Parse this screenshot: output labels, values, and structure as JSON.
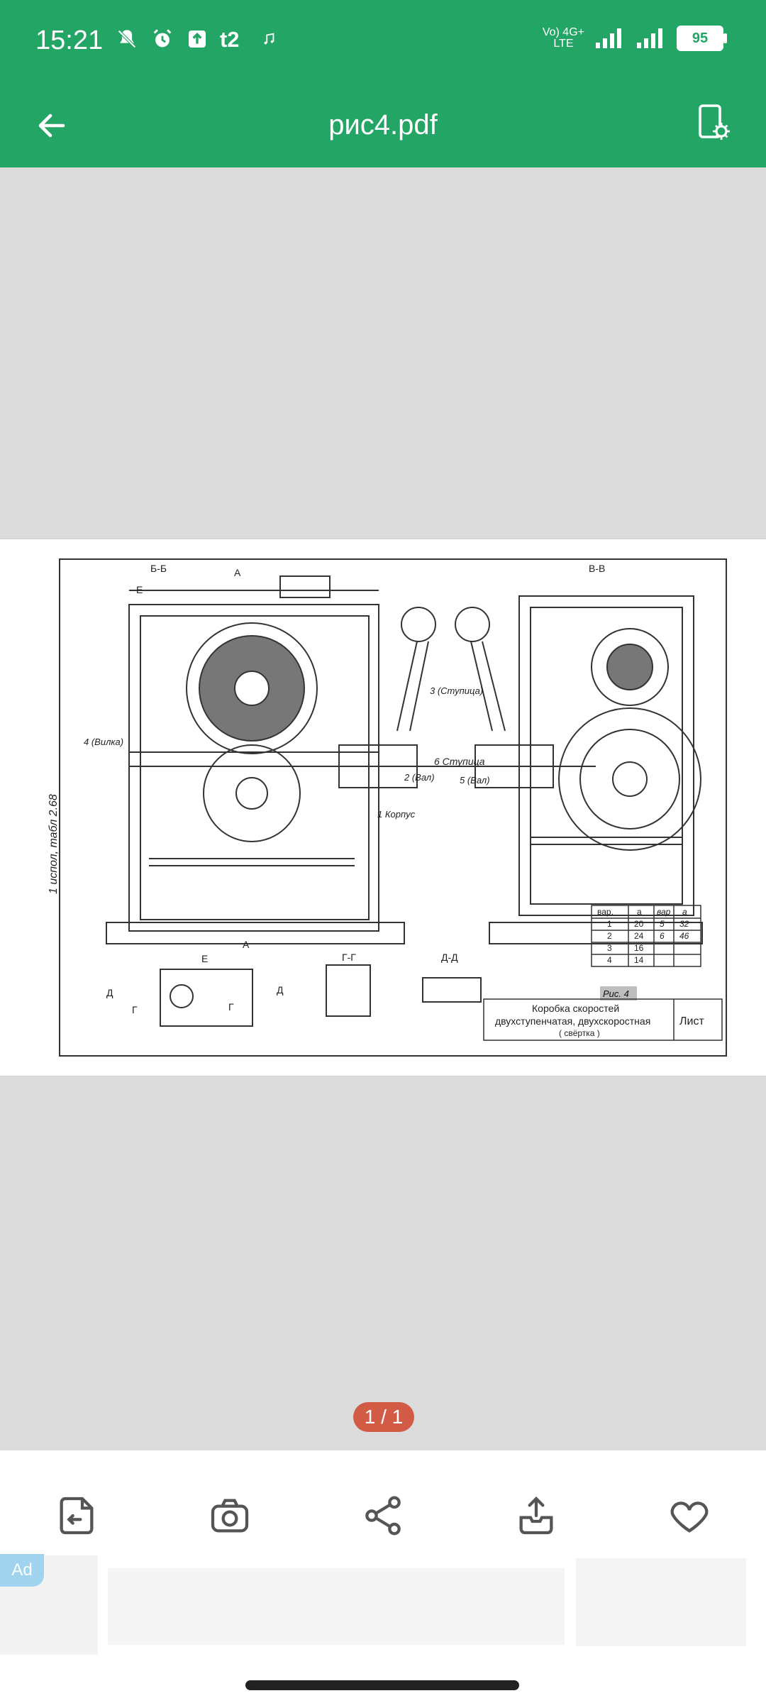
{
  "status_bar": {
    "time": "15:21",
    "network_top": "Vo) 4G+",
    "network_bottom": "LTE",
    "battery": "95"
  },
  "app_bar": {
    "title": "рис4.pdf"
  },
  "document": {
    "page_indicator": "1 / 1",
    "drawing_labels": {
      "section_b": "Б-Б",
      "section_v": "В-В",
      "label_e": "Е",
      "label_a": "А",
      "label_a2": "А",
      "label_e2": "Е",
      "label_g": "Г-Г",
      "label_d": "Д-Д",
      "label_d1": "Д",
      "label_d2": "Д",
      "label_g1": "Г",
      "label_g2": "Г",
      "part_1": "1 Корпус",
      "part_2": "2 (Вал)",
      "part_3": "3 (Ступица)",
      "part_4": "4 (Вилка)",
      "part_5": "5 (Вал)",
      "part_6": "6 Ступица",
      "handwritten_side": "1 испол, табл 2.68",
      "title_block_line1": "Коробка скоростей",
      "title_block_line2": "двухступенчатая, двухскоростная",
      "title_block_line3": "( свёртка )",
      "title_block_sheet": "Лист",
      "stamp": "Рис. 4"
    },
    "table": {
      "headers": [
        "вар.",
        "a",
        "вар",
        "a"
      ],
      "rows": [
        [
          "1",
          "20",
          "5",
          "32"
        ],
        [
          "2",
          "24",
          "6",
          "46"
        ],
        [
          "3",
          "16",
          "",
          ""
        ],
        [
          "4",
          "14",
          "",
          ""
        ]
      ]
    }
  },
  "toolbar": {
    "buttons": [
      "exit-document",
      "screenshot",
      "share",
      "export",
      "favorite"
    ]
  },
  "ad": {
    "badge": "Ad"
  }
}
